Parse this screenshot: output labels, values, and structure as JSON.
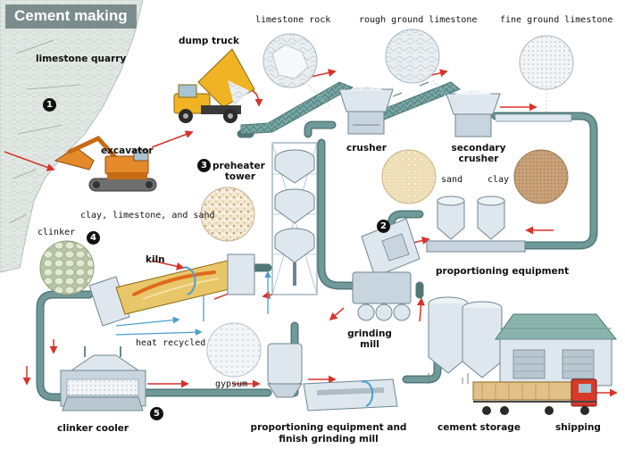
{
  "title": "Cement making",
  "steps": [
    {
      "number": "1",
      "label": "limestone quarry"
    },
    {
      "number": "2",
      "label": "grinding mill"
    },
    {
      "number": "3",
      "label": "preheater tower"
    },
    {
      "number": "4",
      "label": "clinker"
    },
    {
      "number": "5",
      "label": "clinker cooler"
    }
  ],
  "labels": {
    "excavator": "excavator",
    "dump_truck": "dump truck",
    "limestone_rock": "limestone rock",
    "rough_ground_limestone": "rough ground limestone",
    "fine_ground_limestone": "fine ground limestone",
    "crusher": "crusher",
    "secondary_crusher_line1": "secondary",
    "secondary_crusher_line2": "crusher",
    "preheater_line1": "preheater",
    "preheater_line2": "tower",
    "clay_limestone_sand": "clay, limestone, and sand",
    "sand": "sand",
    "clay": "clay",
    "proportioning_equipment": "proportioning equipment",
    "kiln": "kiln",
    "heat_recycled": "heat recycled",
    "grinding_line1": "grinding",
    "grinding_line2": "mill",
    "gypsum": "gypsum",
    "finish_line1": "proportioning equipment and",
    "finish_line2": "finish grinding mill",
    "cement_storage": "cement storage",
    "shipping": "shipping"
  },
  "colors": {
    "pipe": "#6f9a99",
    "pipe_edge": "#4f7877",
    "flow_arrow": "#d8322a",
    "machine": "#dfe7ee",
    "excavator": "#e58a2b",
    "truck": "#f0b323",
    "sand": "#efe0b8",
    "clay": "#c9a27a"
  }
}
